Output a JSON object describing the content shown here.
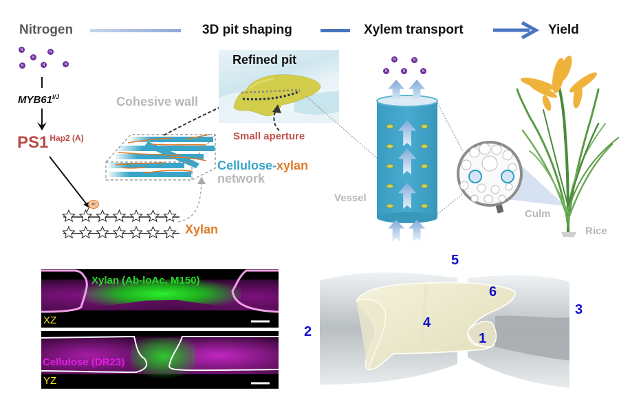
{
  "flow": {
    "step1": "Nitrogen",
    "step2": "3D pit shaping",
    "step3": "Xylem transport",
    "step4": "Yield",
    "colors": {
      "step1": "#595959",
      "others": "#111111",
      "line1": "#9db3dc",
      "line2": "#4472c4",
      "arrow": "#4472c4"
    }
  },
  "pathway": {
    "nitrogen_symbol": "N",
    "gene": "MYB61",
    "gene_superscript": "I/J",
    "protein": "PS1",
    "protein_superscript": "Hap2 (A)",
    "acetyl_label": "Ac",
    "xylan_label": "Xylan",
    "colors": {
      "protein": "#b94a48",
      "nitrogen": "#7030a0",
      "xylan": "#e07b28",
      "acetyl_fill": "#f6c6a0"
    }
  },
  "wall": {
    "cohesive_wall": "Cohesive wall",
    "network_part1": "Cellulose",
    "network_dash": "-",
    "network_part2": "xylan",
    "network_line2": "network",
    "refined_pit": "Refined pit",
    "small_aperture": "Small aperture",
    "colors": {
      "cellulose": "#39a6c9",
      "grey_text": "#b8b8b8",
      "aperture": "#c0504d",
      "pit": "#d5d14f"
    }
  },
  "transport": {
    "vessel_label": "Vessel",
    "culm_label": "Culm",
    "rice_label": "Rice",
    "colors": {
      "vessel": "#3fa3c6",
      "pit_dot": "#c9d15a"
    }
  },
  "microscopy": {
    "top_title": "Xylan (Ab-loAc, M150)",
    "top_plane": "XZ",
    "bottom_title": "Cellulose (DR23)",
    "bottom_plane": "YZ",
    "colors": {
      "green": "#22dd22",
      "magenta": "#e020e0",
      "plane": "#f2e32a"
    }
  },
  "pit_model": {
    "labels": [
      "1",
      "2",
      "3",
      "4",
      "5",
      "6"
    ],
    "label_color": "#1010c8"
  }
}
